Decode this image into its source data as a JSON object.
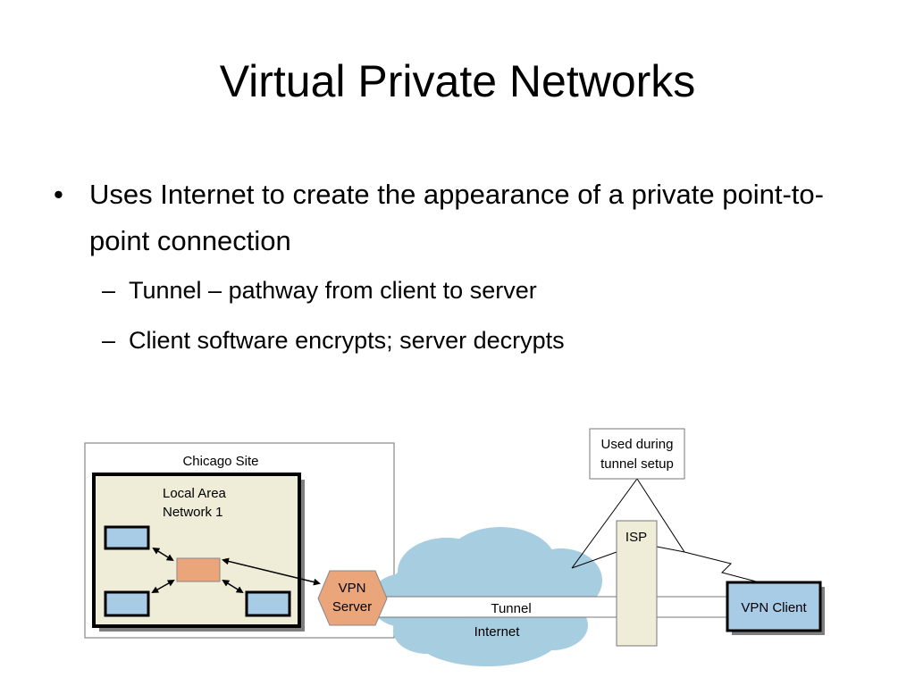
{
  "slide": {
    "title": "Virtual Private Networks",
    "bullet_marker": "•",
    "sub_marker": "–",
    "bullets": [
      {
        "text": "Uses Internet to create the appearance of a private point-to-point connection",
        "sub": [
          "Tunnel – pathway from client to server",
          "Client software encrypts; server decrypts"
        ]
      }
    ]
  },
  "diagram": {
    "site_label": "Chicago Site",
    "lan_label_line1": "Local Area",
    "lan_label_line2": "Network 1",
    "vpn_server_line1": "VPN",
    "vpn_server_line2": "Server",
    "tunnel_label": "Tunnel",
    "internet_label": "Internet",
    "isp_label": "ISP",
    "callout_line1": "Used during",
    "callout_line2": "tunnel setup",
    "vpn_client_label": "VPN Client",
    "colors": {
      "lan_fill": "#efecd7",
      "host_fill": "#a9cce6",
      "switch_fill": "#eba57b",
      "server_fill": "#eba57b",
      "cloud_fill": "#a6cde0",
      "isp_fill": "#efecd7",
      "client_fill": "#a9cce6"
    }
  }
}
